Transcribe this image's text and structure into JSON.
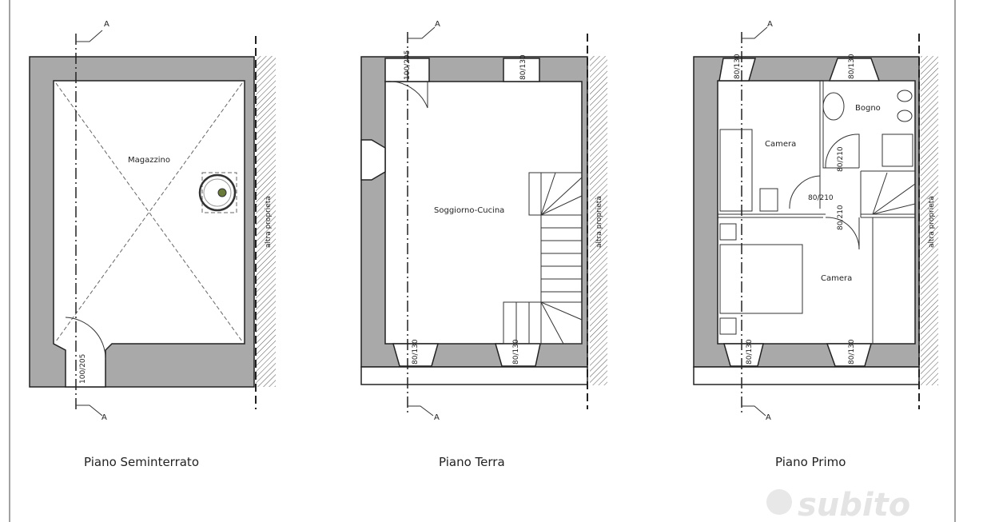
{
  "plans": [
    {
      "title": "Piano Seminterrato",
      "rooms": [
        "Magazzino"
      ],
      "openings": [
        "100/205"
      ],
      "section_marker": "A",
      "neighbour_label": "altra proprietà"
    },
    {
      "title": "Piano Terra",
      "rooms": [
        "Soggiorno-Cucina"
      ],
      "openings": [
        "100/205",
        "80/130",
        "80/130",
        "80/130"
      ],
      "section_marker": "A",
      "neighbour_label": "altra proprietà"
    },
    {
      "title": "Piano Primo",
      "rooms": [
        "Camera",
        "Bogno",
        "Camera"
      ],
      "openings": [
        "80/130",
        "80/130",
        "80/210",
        "80/210",
        "80/210",
        "80/130",
        "80/130"
      ],
      "section_marker": "A",
      "neighbour_label": "altra proprietà"
    }
  ],
  "watermark": "subito",
  "colors": {
    "wall": "#a9a9a9",
    "line": "#222222"
  }
}
